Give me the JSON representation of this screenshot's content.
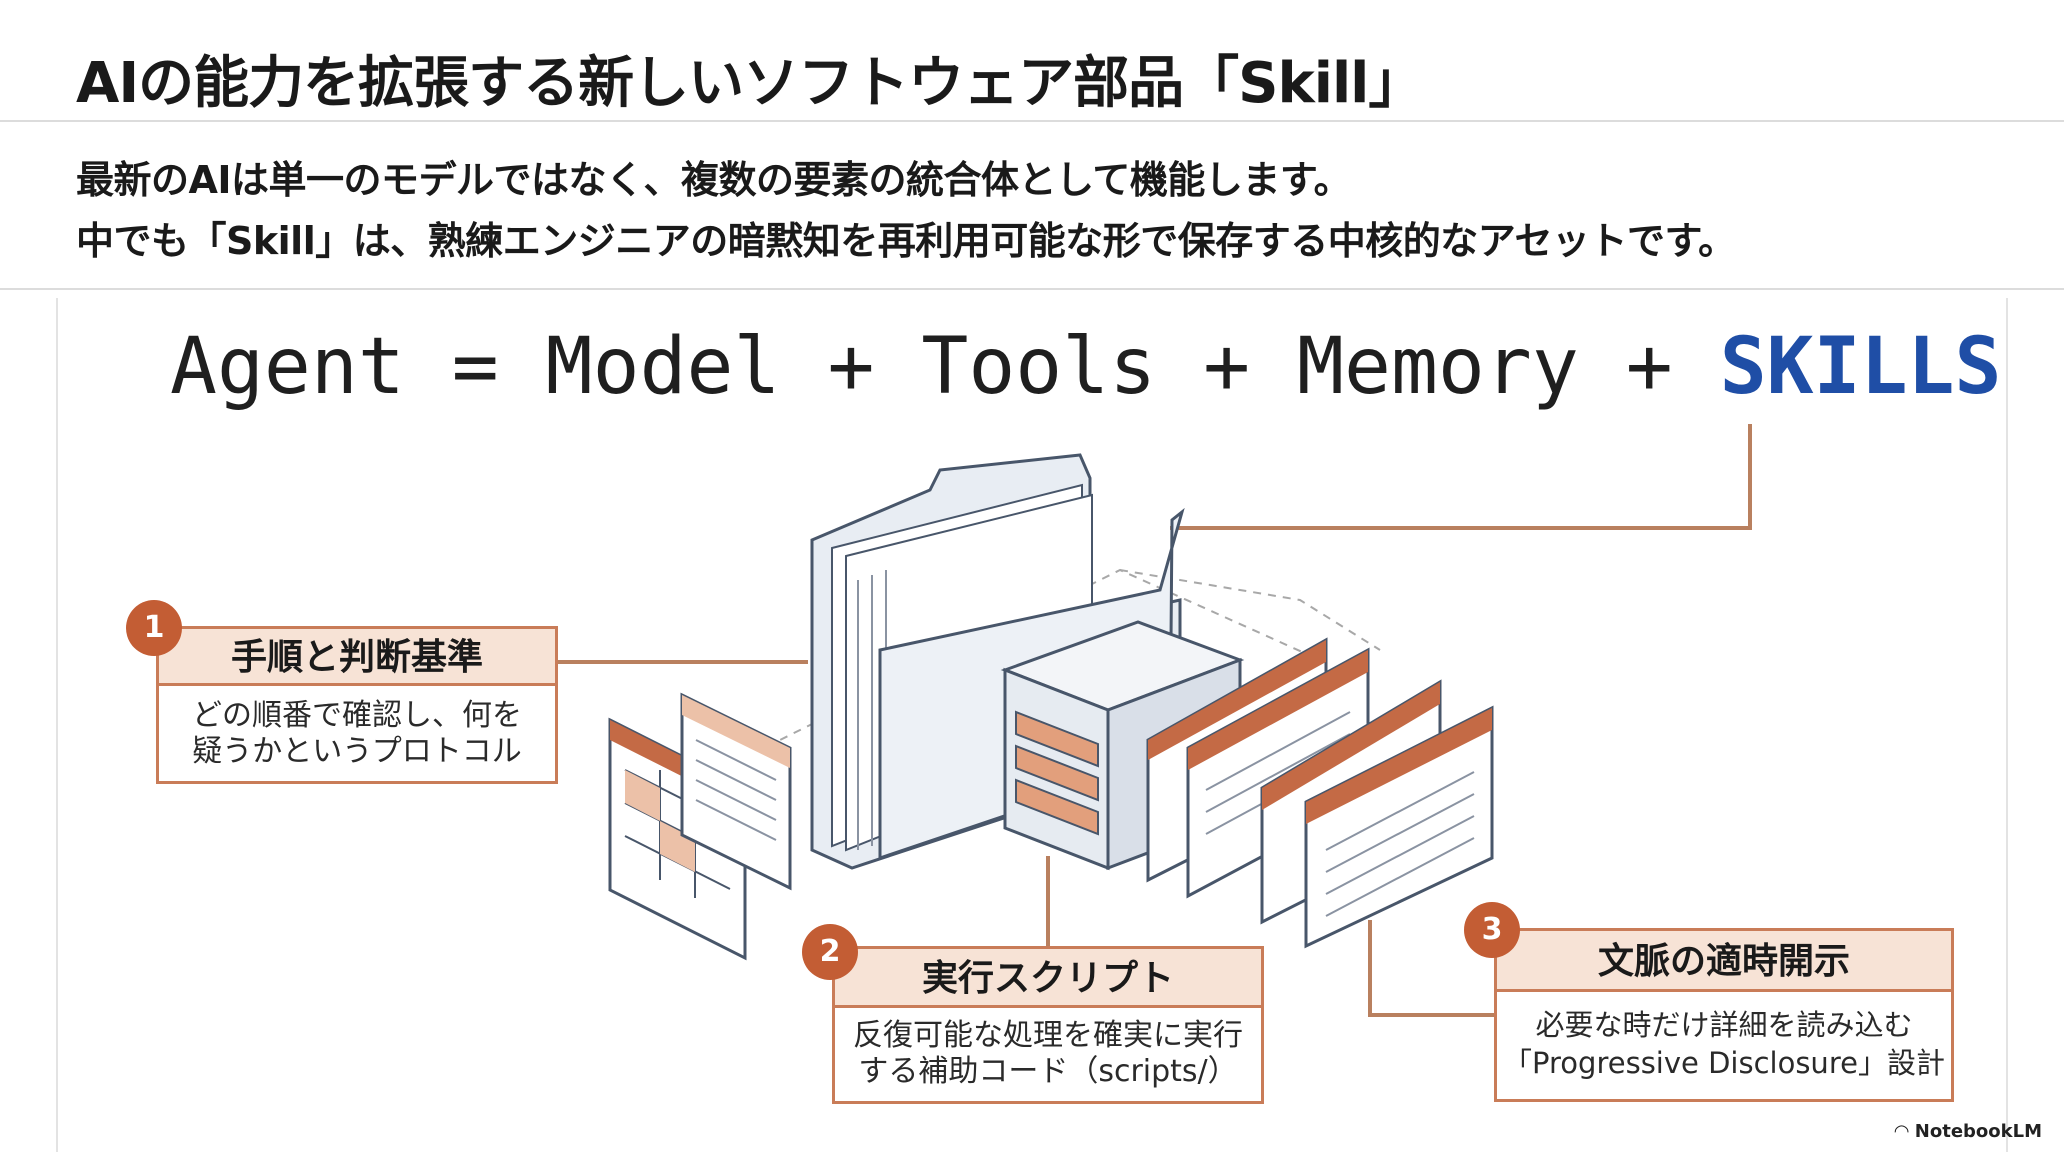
{
  "header": {
    "title": "AIの能力を拡張する新しいソフトウェア部品「Skill」",
    "subtitle_line1": "最新のAIは単一のモデルではなく、複数の要素の統合体として機能します。",
    "subtitle_line2": "中でも「Skill」は、熟練エンジニアの暗黙知を再利用可能な形で保存する中核的なアセットです。"
  },
  "formula": {
    "prefix": "Agent = Model + Tools + Memory + ",
    "highlight": "SKILLS"
  },
  "callouts": [
    {
      "number": "1",
      "title": "手順と判断基準",
      "line1": "どの順番で確認し、何を",
      "line2": "疑うかというプロトコル"
    },
    {
      "number": "2",
      "title": "実行スクリプト",
      "line1": "反復可能な処理を確実に実行",
      "line2": "する補助コード（scripts/）"
    },
    {
      "number": "3",
      "title": "文脈の適時開示",
      "line1": "必要な時だけ詳細を読み込む",
      "line2": "「Progressive Disclosure」設計"
    }
  ],
  "colors": {
    "accent": "#c35d34",
    "highlight_blue": "#1f4ea6",
    "callout_fill": "#f7e3d6",
    "callout_border": "#c97c58"
  },
  "watermark": {
    "icon": "notebooklm-icon",
    "text": "NotebookLM"
  }
}
